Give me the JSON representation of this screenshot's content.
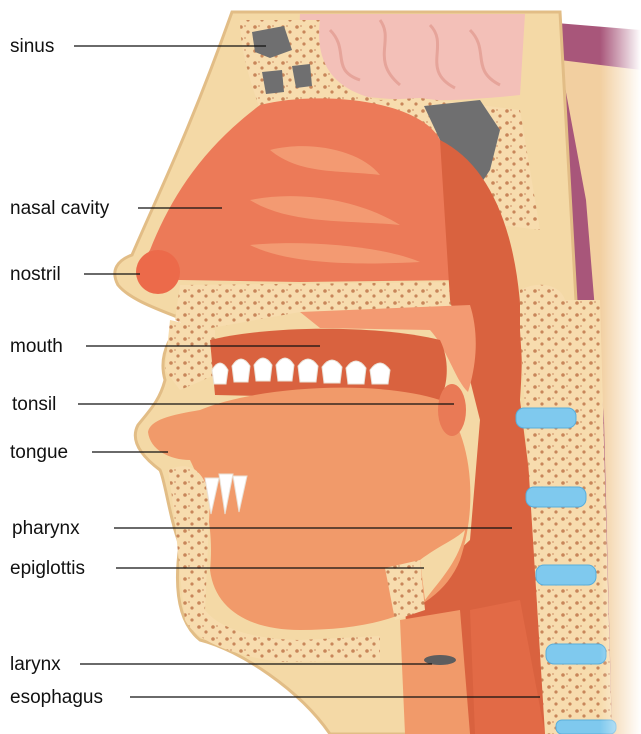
{
  "labels": {
    "sinus": "sinus",
    "nasal_cavity": "nasal cavity",
    "nostril": "nostril",
    "mouth": "mouth",
    "tonsil": "tonsil",
    "tongue": "tongue",
    "pharynx": "pharynx",
    "epiglottis": "epiglottis",
    "larynx": "larynx",
    "esophagus": "esophagus"
  },
  "colors": {
    "skin": "#f4d9a6",
    "skin_outline": "#e2bd86",
    "tissue": "#ec7a58",
    "tissue_light": "#f39a72",
    "tissue_dark": "#d9623f",
    "tongue": "#f19a6a",
    "bone": "#f7dcae",
    "bone_spot": "#c8865a",
    "brain": "#f3c0b8",
    "brain_line": "#e6a49a",
    "sinus_air": "#6f6f70",
    "disc": "#7fc9ee",
    "teeth": "#ffffff",
    "back_tissue": "#a8567a"
  }
}
